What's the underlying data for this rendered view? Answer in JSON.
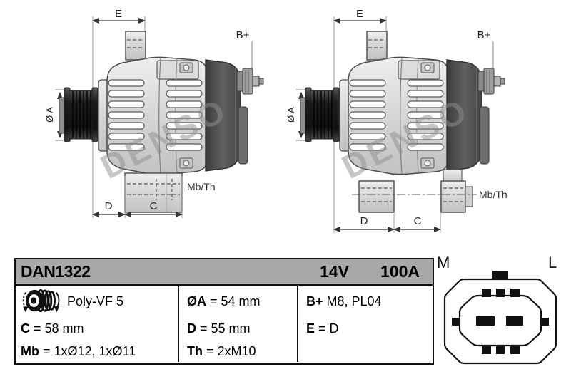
{
  "drawing": {
    "watermark": "DENSO",
    "dim_e_label": "E",
    "dim_a_label": "Ø A",
    "dim_d_label": "D",
    "dim_c_label": "C",
    "terminal_label": "B+",
    "mount_label": "Mb/Th"
  },
  "table": {
    "part_number": "DAN1322",
    "voltage": "14V",
    "current": "100A",
    "belt_type": "Poly-VF 5",
    "specs": {
      "c_label": "C",
      "c_value": "= 58 mm",
      "mb_label": "Mb",
      "mb_value": "= 1xØ12, 1xØ11",
      "oa_label": "ØA",
      "oa_value": "= 54 mm",
      "d_label": "D",
      "d_value": "= 55 mm",
      "th_label": "Th",
      "th_value": "= 2xM10",
      "b_label": "B+",
      "b_value": "M8, PL04",
      "e_label": "E",
      "e_value": "= D"
    }
  },
  "connector": {
    "label_m": "M",
    "label_l": "L"
  }
}
